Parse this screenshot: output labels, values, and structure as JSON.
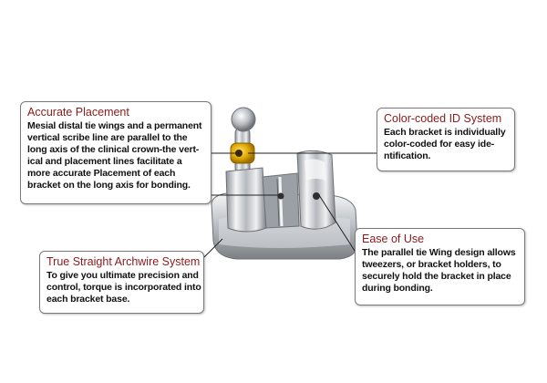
{
  "callouts": {
    "accurate_placement": {
      "title": "Accurate Placement",
      "lines": [
        "Mesial distal tie wings and a permanent",
        "vertical scribe line are parallel to the",
        "long axis of the clinical crown-the vert-",
        "ical and placement lines facilitate a",
        "more accurate Placement of each",
        "bracket on the long axis for bonding."
      ]
    },
    "color_coded": {
      "title": "Color-coded ID System",
      "lines": [
        "Each bracket is individually",
        "color-coded for easy ide-",
        "ntification."
      ]
    },
    "ease_of_use": {
      "title": "Ease of Use",
      "lines": [
        "The parallel tie Wing design allows",
        "tweezers, or bracket holders, to",
        "securely hold the bracket in place",
        "during bonding."
      ]
    },
    "true_straight": {
      "title": "True Straight Archwire System",
      "lines": [
        "To give you ultimate precision and",
        "control, torque is incorporated into",
        "each bracket base."
      ]
    }
  },
  "colors": {
    "title_color": "#8b1a1a",
    "id_dot": "#d9a400",
    "metal": "#c9ccd0"
  },
  "icons": [
    "orthodontic-bracket-illustration",
    "color-id-dot"
  ]
}
